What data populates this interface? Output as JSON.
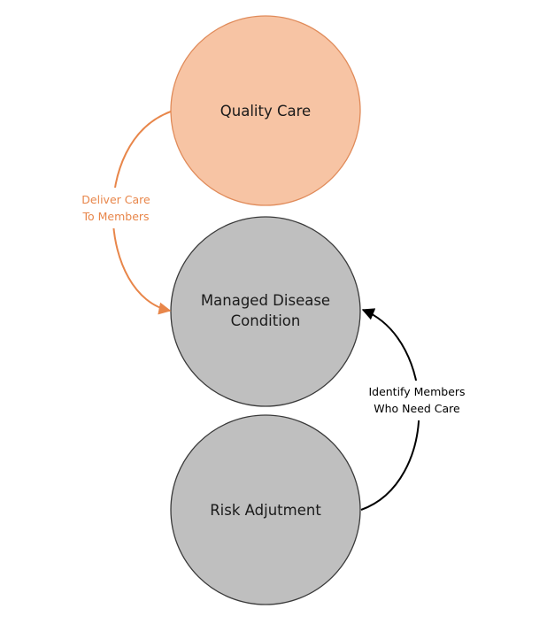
{
  "nodes": {
    "quality_care": {
      "label": "Quality Care",
      "fill": "#F7C4A4",
      "stroke": "#E08B5A"
    },
    "managed_disease": {
      "label_line1": "Managed Disease",
      "label_line2": "Condition",
      "fill": "#BFBFBF",
      "stroke": "#3a3a3a"
    },
    "risk_adjustment": {
      "label": "Risk Adjutment",
      "fill": "#BFBFBF",
      "stroke": "#3a3a3a"
    }
  },
  "edges": {
    "deliver_care": {
      "label_line1": "Deliver Care",
      "label_line2": "To Members",
      "color": "#E8864A"
    },
    "identify_members": {
      "label_line1": "Identify Members",
      "label_line2": "Who Need Care",
      "color": "#000000"
    }
  }
}
